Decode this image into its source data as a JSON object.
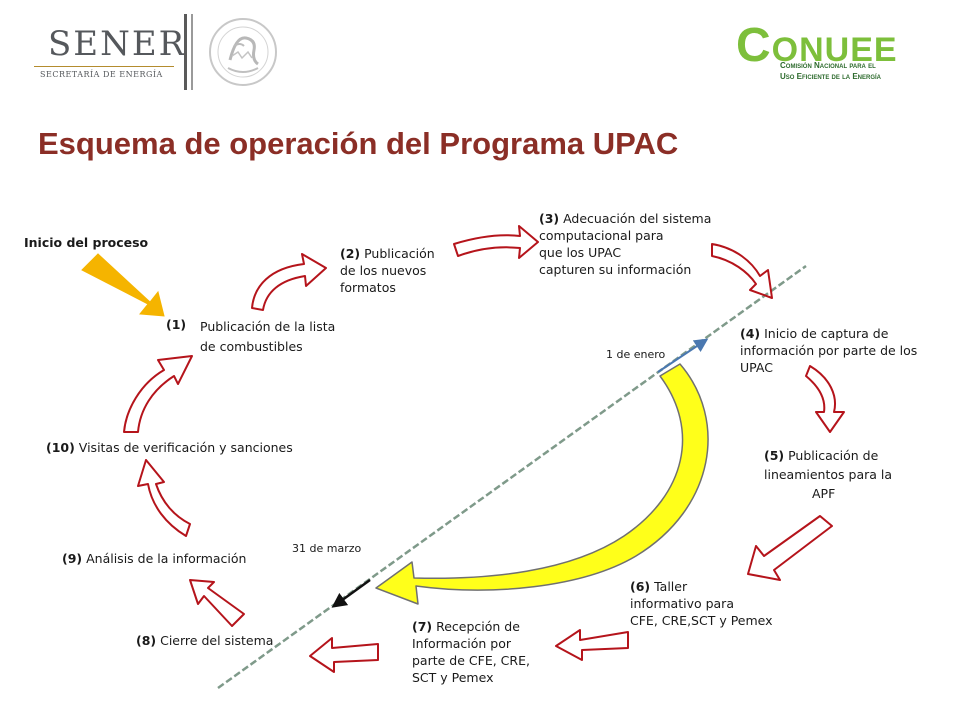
{
  "header": {
    "sener": {
      "name": "SENER",
      "subtitle": "SECRETARÍA DE ENERGÍA"
    },
    "conuee": {
      "name_first": "C",
      "name_rest": "ONUEE",
      "subtitle_line1": "Comisión Nacional para el",
      "subtitle_line2": "Uso Eficiente de la Energía"
    }
  },
  "title": "Esquema de operación del Programa UPAC",
  "diagram": {
    "start_label": "Inicio del proceso",
    "date_start": "1 de enero",
    "date_end": "31 de marzo",
    "steps": [
      {
        "num": "(1)",
        "lines": [
          "Publicación de la lista",
          "de combustibles"
        ]
      },
      {
        "num": "(2)",
        "lines": [
          " Publicación",
          "de los nuevos",
          "formatos"
        ]
      },
      {
        "num": "(3)",
        "lines": [
          " Adecuación del sistema",
          "computacional para",
          "que los UPAC",
          "capturen su información"
        ]
      },
      {
        "num": "(4)",
        "lines": [
          "  Inicio de captura de",
          "información por parte de los",
          "UPAC"
        ]
      },
      {
        "num": "(5)",
        "lines": [
          " Publicación de",
          "lineamientos para la",
          "APF"
        ]
      },
      {
        "num": "(6)",
        "lines": [
          " Taller",
          "informativo para",
          "CFE, CRE,SCT y Pemex"
        ]
      },
      {
        "num": "(7)",
        "lines": [
          " Recepción de",
          "Información por",
          "parte de CFE, CRE,",
          "SCT y Pemex"
        ]
      },
      {
        "num": "(8)",
        "lines": [
          " Cierre del sistema"
        ]
      },
      {
        "num": "(9)",
        "lines": [
          " Análisis de la información"
        ]
      },
      {
        "num": "(10)",
        "lines": [
          " Visitas de verificación y sanciones"
        ]
      }
    ],
    "colors": {
      "outline_arrow": "#b5141b",
      "start_arrow": "#f5b400",
      "period_arrow_fill": "#ffff1a",
      "period_arrow_stroke": "#707070",
      "timeline": "#7f9a8a",
      "start_date_arrow": "#4a78b0",
      "end_date_arrow": "#111111",
      "title": "#8b2e26"
    }
  }
}
